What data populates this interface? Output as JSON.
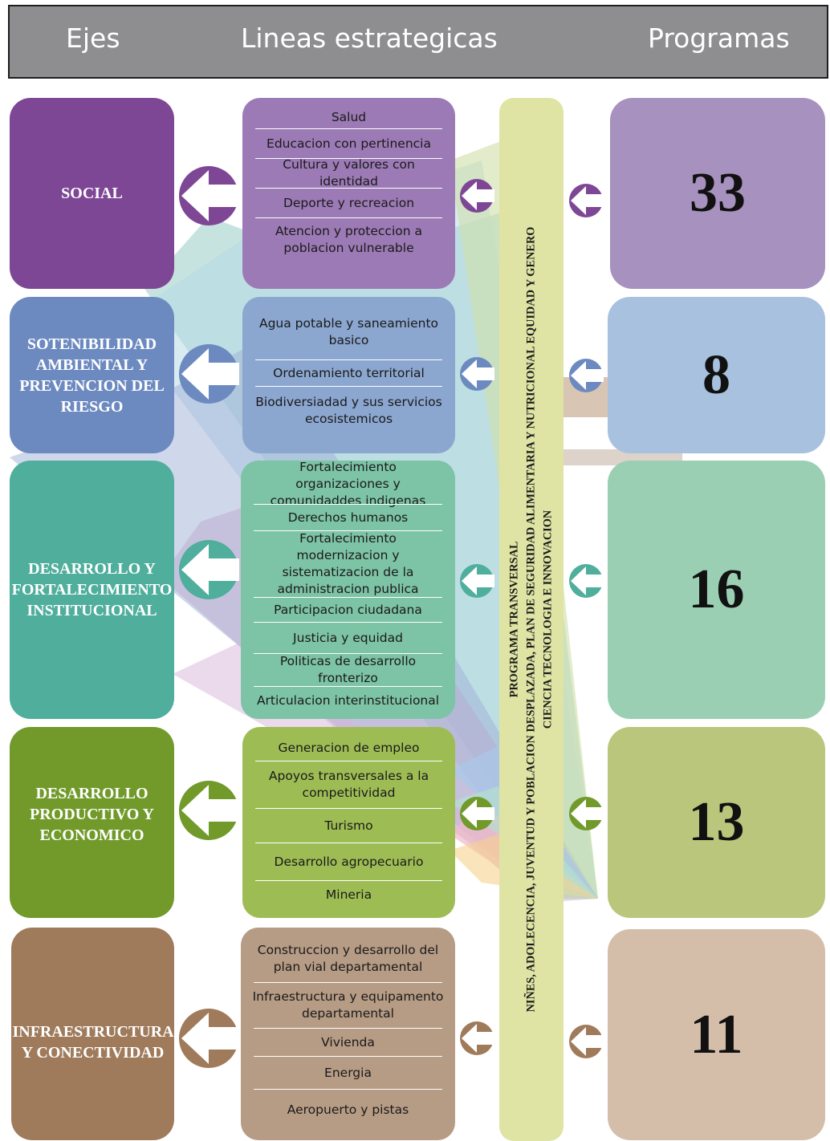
{
  "header": {
    "ejes": "Ejes",
    "lineas": "Lineas estrategicas",
    "programas": "Programas"
  },
  "colors": {
    "social": "#7e4795",
    "sostenibilidad": "#6c8ac0",
    "institucional": "#4fae9c",
    "productivo": "#719a2a",
    "infraestructura": "#9f7b5b"
  },
  "ejes": [
    {
      "label": "SOCIAL"
    },
    {
      "label": "SOTENIBILIDAD AMBIENTAL Y PREVENCION DEL RIESGO"
    },
    {
      "label": "DESARROLLO Y FORTALECIMIENTO INSTITUCIONAL"
    },
    {
      "label": "DESARROLLO PRODUCTIVO Y ECONOMICO"
    },
    {
      "label": "INFRAESTRUCTURA Y CONECTIVIDAD"
    }
  ],
  "lineas": [
    [
      "Salud",
      "Educacion con pertinencia",
      "Cultura y valores con identidad",
      "Deporte y recreacion",
      "Atencion y proteccion a poblacion vulnerable"
    ],
    [
      "Agua potable y saneamiento basico",
      "Ordenamiento territorial",
      "Biodiversiadad y sus servicios ecosistemicos"
    ],
    [
      "Fortalecimiento organizaciones y comunidaddes indigenas",
      "Derechos humanos",
      "Fortalecimiento modernizacion y sistematizacion de la administracion publica",
      "Participacion ciudadana",
      "Justicia y equidad",
      "Politicas de desarrollo fronterizo",
      "Articulacion interinstitucional"
    ],
    [
      "Generacion de empleo",
      "Apoyos transversales a la competitividad",
      "Turismo",
      "Desarrollo agropecuario",
      "Mineria"
    ],
    [
      "Construccion y desarrollo del plan vial departamental",
      "Infraestructura y equipamento departamental",
      "Vivienda",
      "Energia",
      "Aeropuerto y pistas"
    ]
  ],
  "programas": [
    {
      "value": "33"
    },
    {
      "value": "8"
    },
    {
      "value": "16"
    },
    {
      "value": "13"
    },
    {
      "value": "11"
    }
  ],
  "transversal": {
    "line1": "PROGRAMA TRANSVERSAL",
    "line2": "NIÑES, ADOLECENCIA, JUVENTUD Y POBLACION DESPLAZADA, PLAN DE SEGURIDAD ALIMENTARIA Y NUTRICIONAL EQUIDAD Y GENERO",
    "line3": "CIENCIA TECNOLOGIA E INNOVACION"
  }
}
